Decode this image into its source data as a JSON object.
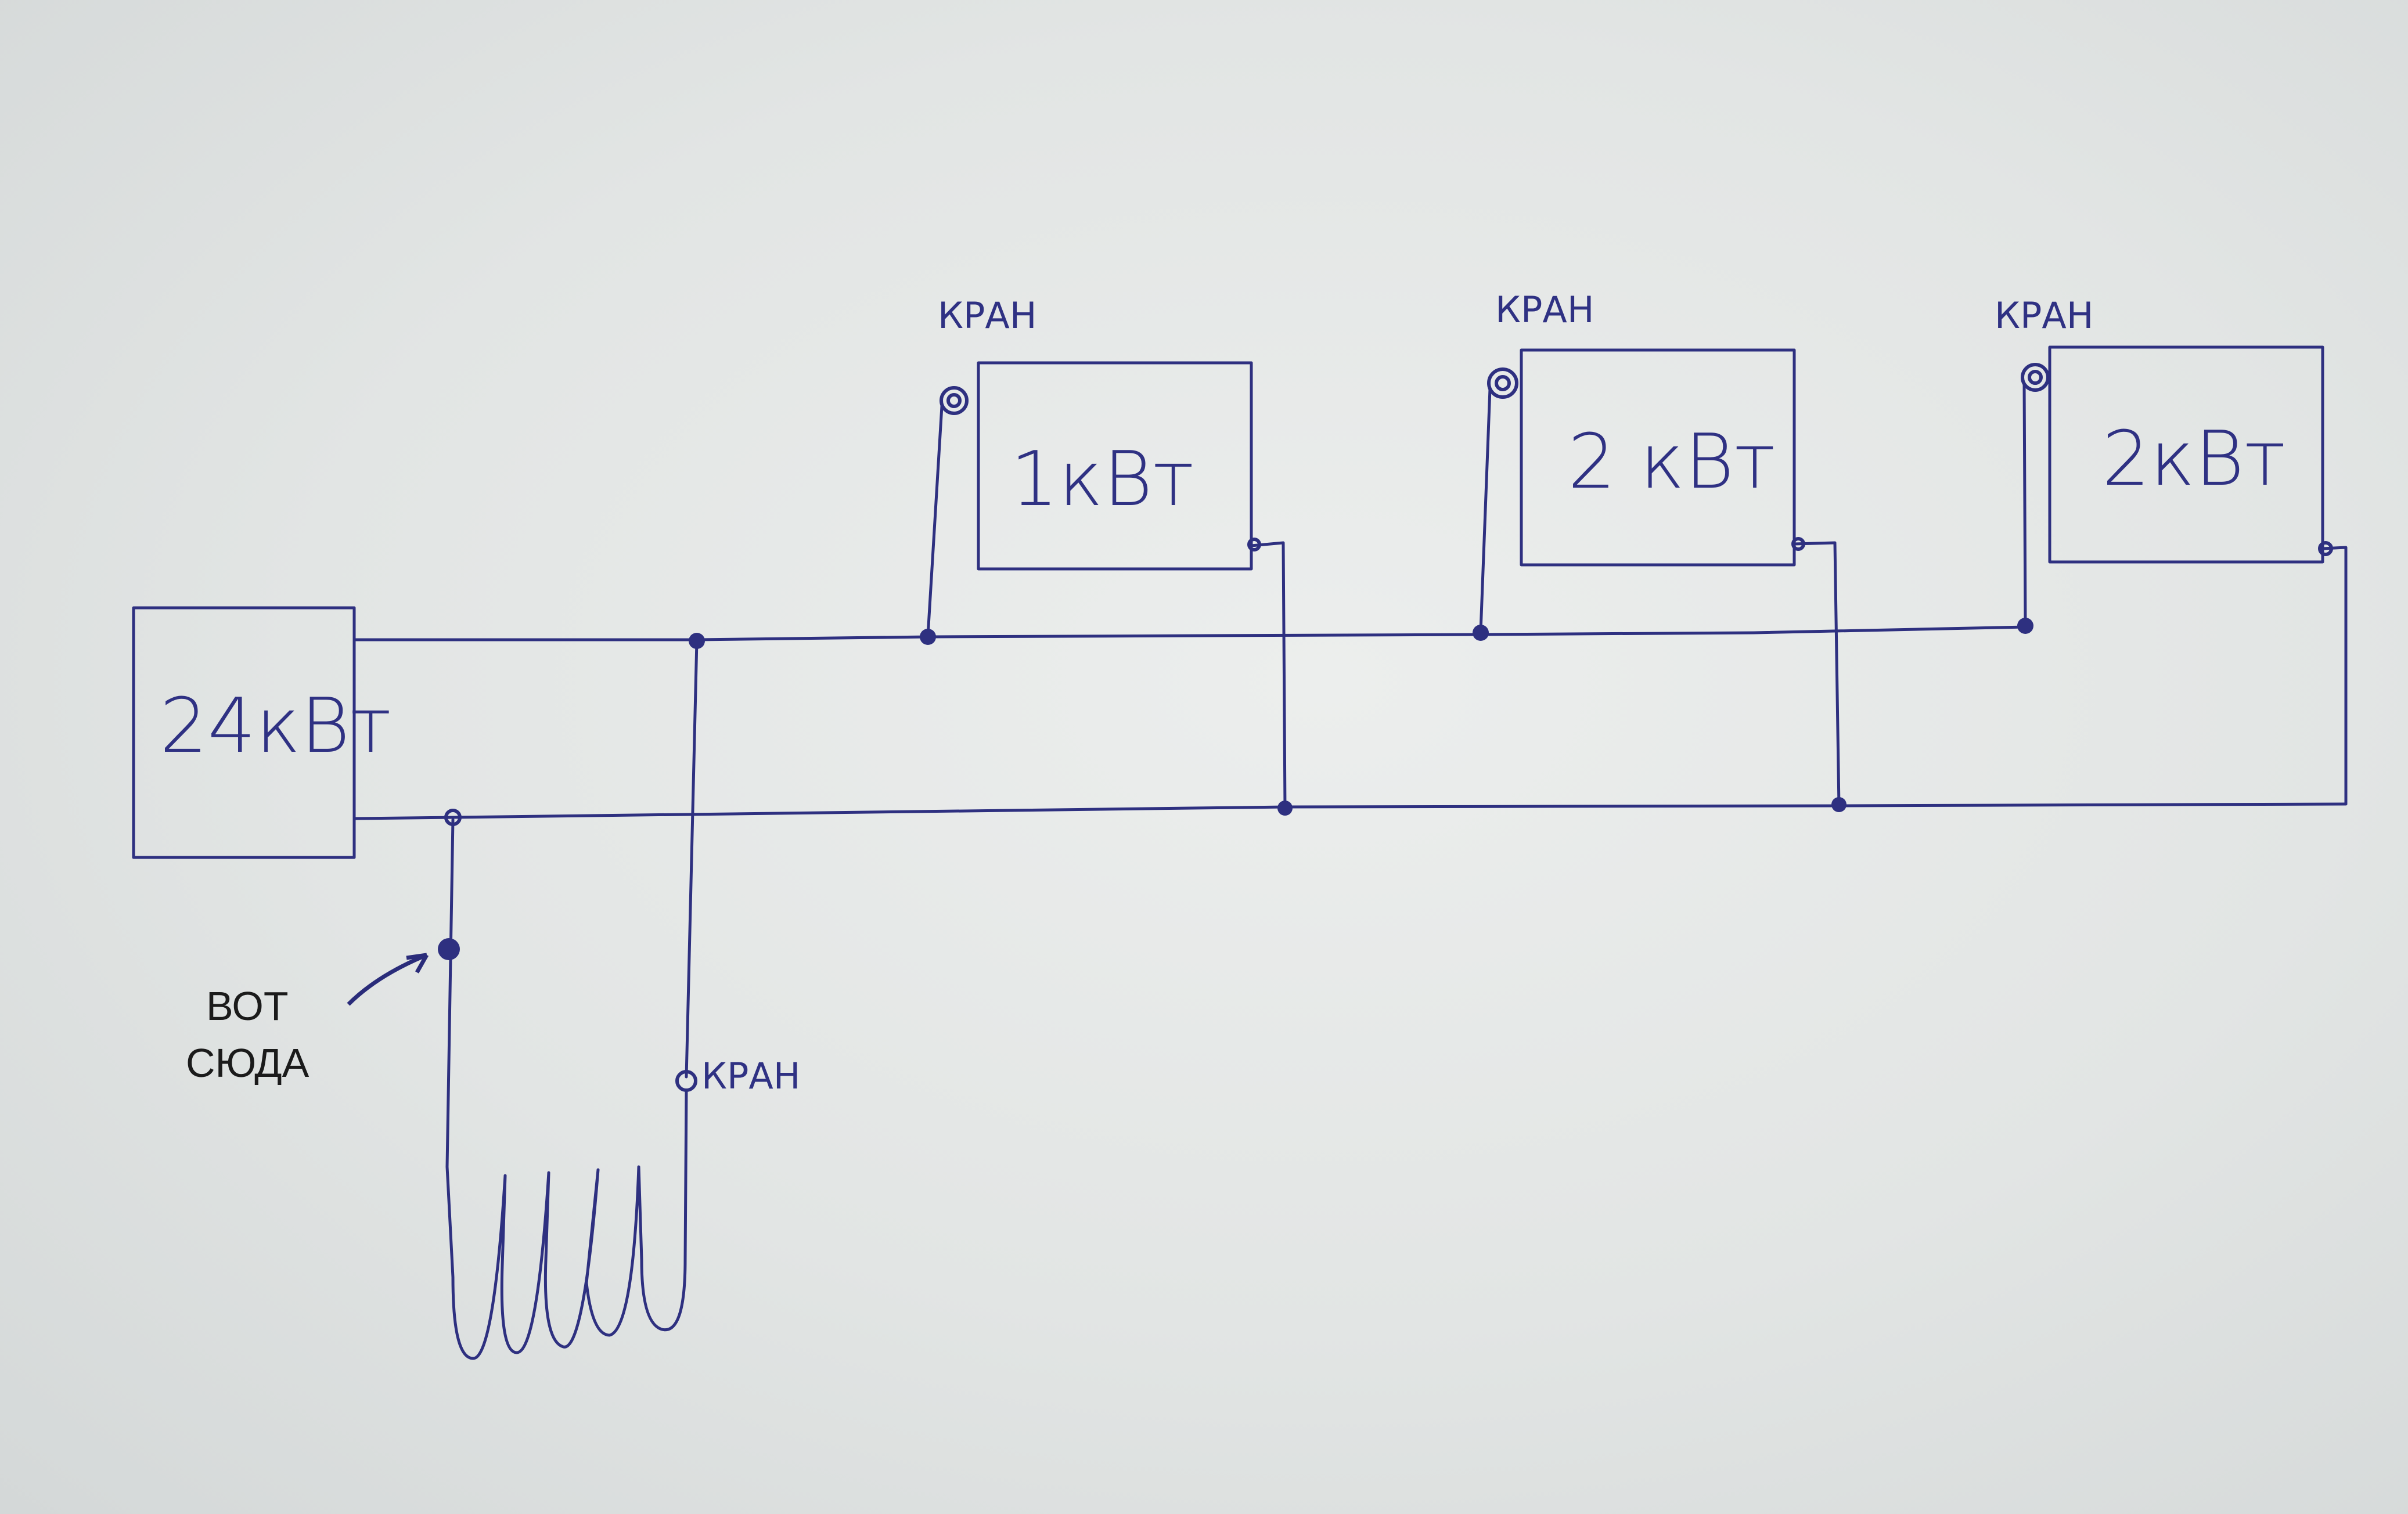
{
  "diagram": {
    "boiler": {
      "label": "24кВт"
    },
    "radiators": [
      {
        "power_label": "1кВт",
        "valve_label": "КРАН"
      },
      {
        "power_label": "2 кВт",
        "valve_label": "КРАН"
      },
      {
        "power_label": "2кВт",
        "valve_label": "КРАН"
      }
    ],
    "floor_loop": {
      "valve_label": "КРАН"
    },
    "pointer_note": {
      "line1": "ВОТ",
      "line2": "СЮДА"
    }
  }
}
